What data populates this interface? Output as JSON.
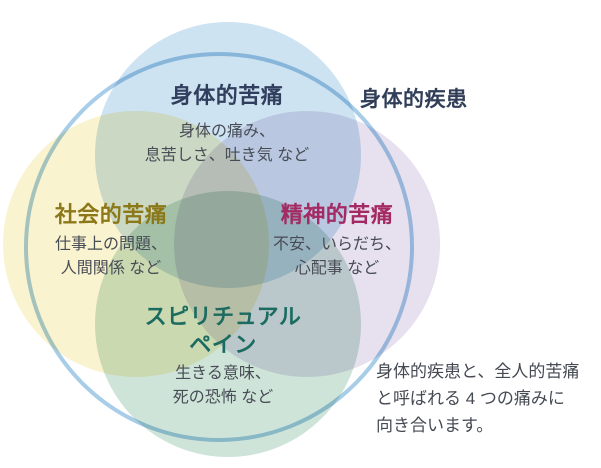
{
  "diagram": {
    "ring": {
      "label": "身体的疾患",
      "stroke_color": "#a8cde8",
      "label_color": "#313e58"
    },
    "circles": {
      "physical": {
        "title": "身体的苦痛",
        "title_color": "#313f5e",
        "fill": "#cee3f1",
        "line1": "身体の痛み、",
        "line2": "息苦しさ、吐き気 など"
      },
      "social": {
        "title": "社会的苦痛",
        "title_color": "#8c7818",
        "fill": "#faf3d0",
        "line1": "仕事上の問題、",
        "line2": "人間関係 など"
      },
      "mental": {
        "title": "精神的苦痛",
        "title_color": "#a32a62",
        "fill": "#e6e0ef",
        "line1": "不安、いらだち、",
        "line2": "心配事 など"
      },
      "spiritual": {
        "title_line1": "スピリチュアル",
        "title_line2": "ペイン",
        "title_color": "#1b6b60",
        "fill": "#cfe4d9",
        "line1": "生きる意味、",
        "line2": "死の恐怖 など"
      }
    }
  },
  "caption": {
    "line1": "身体的疾患と、全人的苦痛",
    "line2": "と呼ばれる 4 つの痛みに",
    "line3": "向き合います。",
    "color": "#454a53"
  },
  "text": {
    "body_color": "#474c55"
  }
}
